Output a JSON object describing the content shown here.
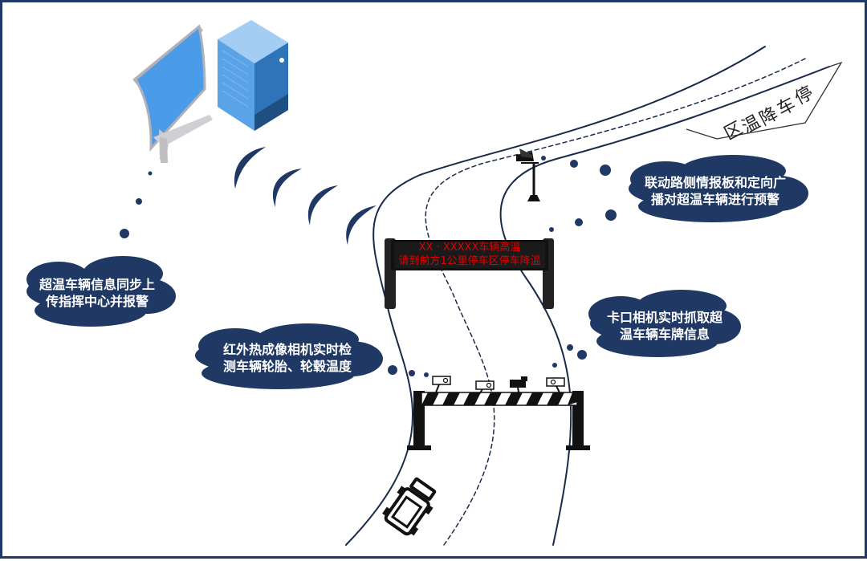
{
  "vms": {
    "line1": "XX · XXXXX车辆高温",
    "line2": "请到前方1公里停车区停车降温"
  },
  "bubbles": {
    "upload": {
      "line1": "超温车辆信息同步上",
      "line2": "传指挥中心并报警"
    },
    "thermal": {
      "line1": "红外热成像相机实时检",
      "line2": "测车辆轮胎、轮毂温度"
    },
    "plate": {
      "line1": "卡口相机实时抓取超",
      "line2": "温车辆车牌信息"
    },
    "broadcast": {
      "line1": "联动路侧情报板和定向广",
      "line2": "播对超温车辆进行预警"
    }
  },
  "parking_area": {
    "chars": [
      "停",
      "车",
      "降",
      "温",
      "区"
    ]
  },
  "colors": {
    "bubble": "#1f3864",
    "frame": "#1f3864",
    "signal": "#1f3864",
    "monitor": "#4a9be8",
    "server": "#5aa3e6",
    "vms_text": "#e00000"
  },
  "icons": [
    "monitor-icon",
    "server-icon",
    "signal-wave-icon",
    "camera-icon",
    "speaker-icon",
    "truck-icon",
    "barrier-gate-icon",
    "vms-gantry-icon"
  ]
}
